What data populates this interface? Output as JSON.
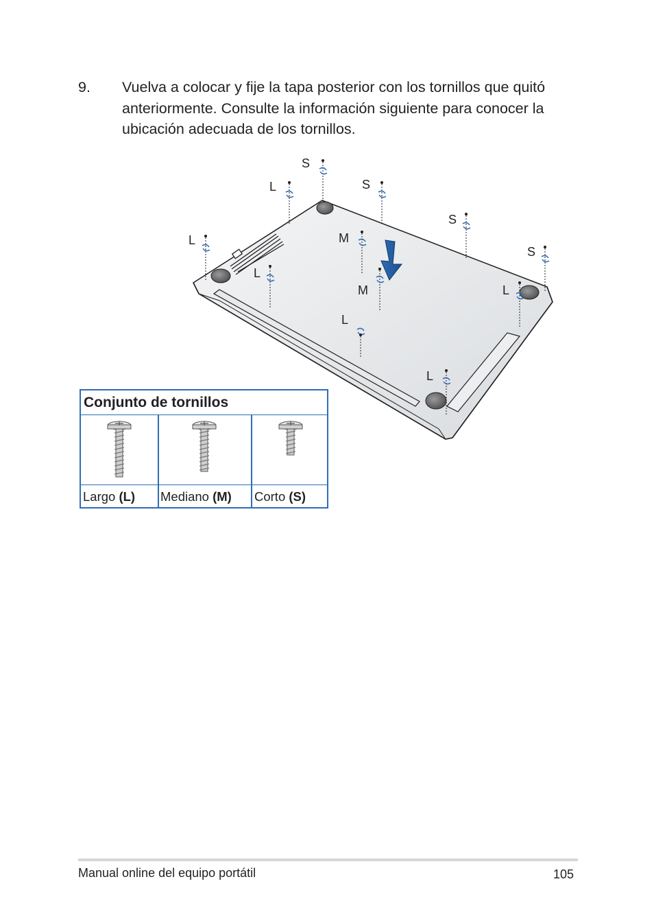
{
  "step": {
    "number": "9.",
    "text": "Vuelva a colocar y fije la tapa posterior con los tornillos que quitó anteriormente. Consulte la información siguiente para conocer la ubicación adecuada de los tornillos."
  },
  "figure": {
    "screw_labels": [
      "S",
      "L",
      "S",
      "S",
      "L",
      "M",
      "S",
      "L",
      "M",
      "L",
      "L",
      "L"
    ],
    "accent_color": "#2f6db5"
  },
  "screw_set": {
    "title": "Conjunto de tornillos",
    "sizes": [
      {
        "name": "Largo ",
        "code": "(L)"
      },
      {
        "name": "Mediano ",
        "code": "(M)"
      },
      {
        "name": "Corto ",
        "code": "(S)"
      }
    ]
  },
  "footer": {
    "manual_title": "Manual online del equipo portátil",
    "page_number": "105"
  }
}
